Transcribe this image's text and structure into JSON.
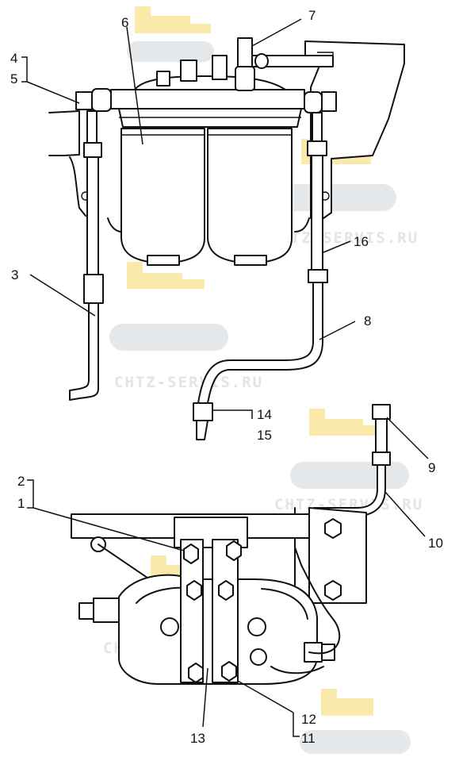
{
  "watermark": {
    "text": "CHTZ-SERVIS.RU",
    "colors": {
      "machine": "#f9e7a2",
      "track": "#e3e6e8",
      "text": "#dfe2e4"
    }
  },
  "callouts": {
    "c1": "1",
    "c2": "2",
    "c3": "3",
    "c4": "4",
    "c5": "5",
    "c6": "6",
    "c7": "7",
    "c8": "8",
    "c9": "9",
    "c10": "10",
    "c11": "11",
    "c12": "12",
    "c13": "13",
    "c14": "14",
    "c15": "15",
    "c16": "16"
  }
}
